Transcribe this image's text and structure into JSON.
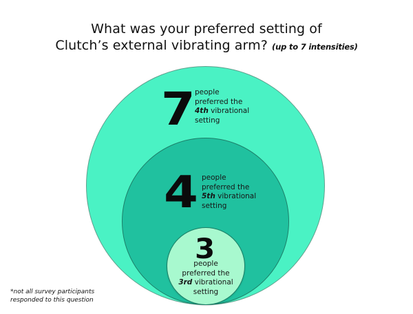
{
  "title": {
    "line1": "What was your preferred  setting of",
    "line2": "Clutch’s external vibrating arm?",
    "note": "(up to 7 intensities)"
  },
  "circles": [
    {
      "count": "7",
      "text_line1": "people",
      "text_line2": "preferred the",
      "setting": "4th",
      "text_line3_rest": " vibrational",
      "text_line4": "setting",
      "color": "#4af2c4"
    },
    {
      "count": "4",
      "text_line1": "people",
      "text_line2": "preferred the",
      "setting": "5th",
      "text_line3_rest": " vibrational",
      "text_line4": "setting",
      "color": "#20c19f"
    },
    {
      "count": "3",
      "text_line1": "people",
      "text_line2": "preferred the",
      "setting": "3rd",
      "text_line3_rest": " vibrational",
      "text_line4": "setting",
      "color": "#a8f9cf"
    }
  ],
  "footnote": {
    "line1": "*not all survey participants",
    "line2": "responded to this question"
  },
  "chart_data": {
    "type": "nested-circles",
    "title": "What was your preferred setting of Clutch’s external vibrating arm? (up to 7 intensities)",
    "categories": [
      "4th vibrational setting",
      "5th vibrational setting",
      "3rd vibrational setting"
    ],
    "values": [
      7,
      4,
      3
    ],
    "unit": "people",
    "colors": [
      "#4af2c4",
      "#20c19f",
      "#a8f9cf"
    ],
    "annotation": "*not all survey participants responded to this question",
    "legend": "none"
  }
}
